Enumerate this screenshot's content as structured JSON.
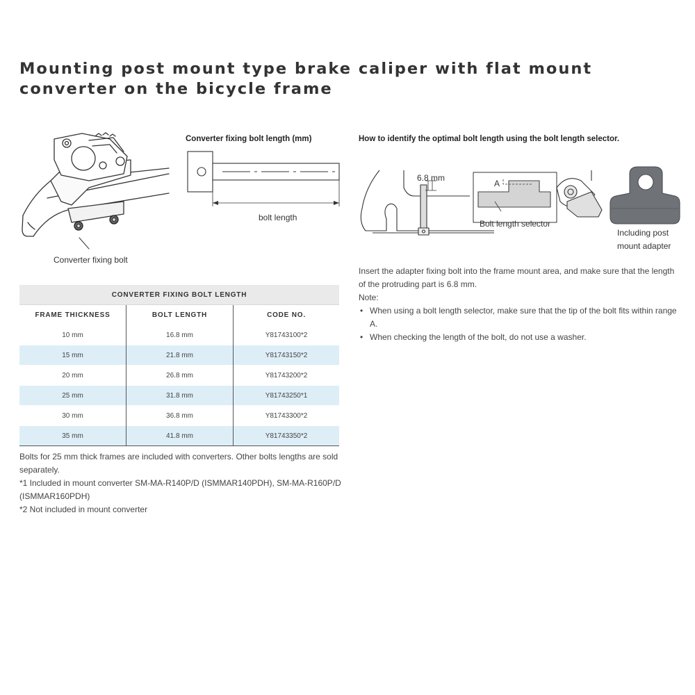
{
  "page": {
    "title": "Mounting post mount type brake caliper with flat mount converter on the bicycle frame"
  },
  "figure_caliper": {
    "caption": "Converter fixing bolt"
  },
  "figure_bolt": {
    "heading": "Converter fixing bolt length (mm)",
    "dimension_label": "bolt length"
  },
  "figure_selector": {
    "heading": "How to identify the optimal bolt length using the bolt length selector.",
    "measurement": "6.8 mm",
    "label_a": "A",
    "selector_label": "Bolt length selector",
    "adapter_label_line1": "Including post",
    "adapter_label_line2": "mount adapter"
  },
  "table": {
    "caption": "CONVERTER FIXING BOLT LENGTH",
    "headers": [
      "FRAME THICKNESS",
      "BOLT LENGTH",
      "CODE NO."
    ],
    "rows": [
      [
        "10 mm",
        "16.8 mm",
        "Y81743100*2"
      ],
      [
        "15 mm",
        "21.8 mm",
        "Y81743150*2"
      ],
      [
        "20 mm",
        "26.8 mm",
        "Y81743200*2"
      ],
      [
        "25 mm",
        "31.8 mm",
        "Y81743250*1"
      ],
      [
        "30 mm",
        "36.8 mm",
        "Y81743300*2"
      ],
      [
        "35 mm",
        "41.8 mm",
        "Y81743350*2"
      ]
    ]
  },
  "notes_left": {
    "line1": "Bolts for 25 mm thick frames are included with converters. Other bolts lengths are sold separately.",
    "line2": "*1 Included in mount converter SM-MA-R140P/D (ISMMAR140PDH), SM-MA-R160P/D (ISMMAR160PDH)",
    "line3": "*2 Not included in mount converter"
  },
  "notes_right": {
    "intro": "Insert the adapter fixing bolt into the frame mount area, and make sure that the length of the protruding part is 6.8 mm.",
    "note_label": "Note:",
    "bullets": [
      "When using a bolt length selector, make sure that the tip of the bolt fits within range A.",
      "When checking the length of the bolt, do not use a washer."
    ]
  },
  "colors": {
    "table_header_bg": "#eaeaea",
    "table_alt_row_bg": "#ddeef7",
    "adapter_gray": "#6f7378",
    "line_art": "#333333"
  }
}
